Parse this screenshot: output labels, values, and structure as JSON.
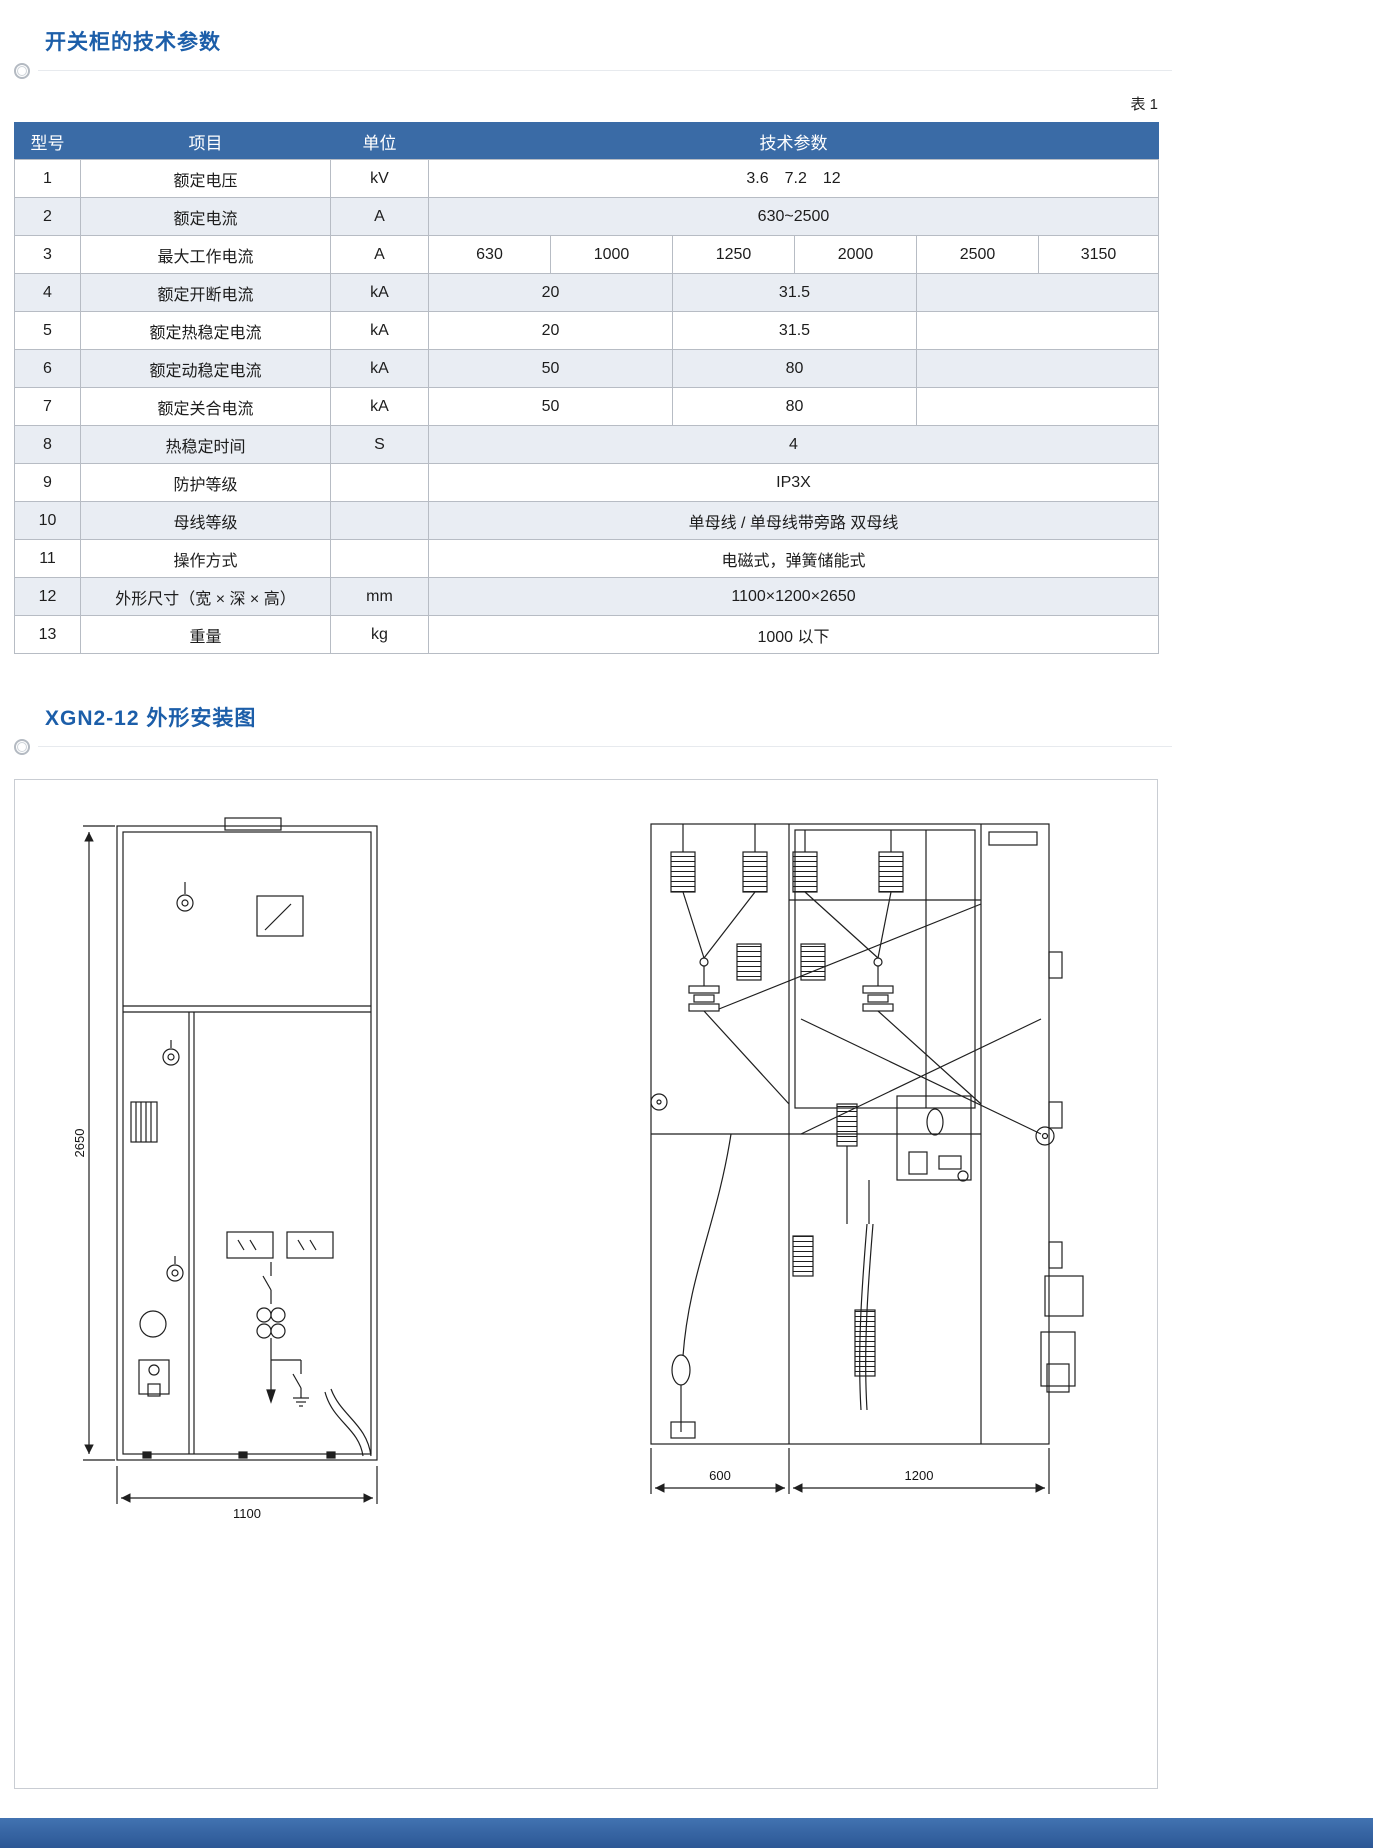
{
  "page": {
    "title1": "开关柜的技术参数",
    "table_label": "表 1",
    "title2": "XGN2-12 外形安装图"
  },
  "table": {
    "headers": [
      "型号",
      "项目",
      "单位",
      "技术参数"
    ],
    "rows": [
      {
        "no": "1",
        "item": "额定电压",
        "unit": "kV",
        "values": [
          "3.6  7.2  12"
        ]
      },
      {
        "no": "2",
        "item": "额定电流",
        "unit": "A",
        "values": [
          "630~2500"
        ]
      },
      {
        "no": "3",
        "item": "最大工作电流",
        "unit": "A",
        "values": [
          "630",
          "1000",
          "1250",
          "2000",
          "2500",
          "3150"
        ]
      },
      {
        "no": "4",
        "item": "额定开断电流",
        "unit": "kA",
        "values": [
          "20",
          "31.5",
          ""
        ]
      },
      {
        "no": "5",
        "item": "额定热稳定电流",
        "unit": "kA",
        "values": [
          "20",
          "31.5",
          ""
        ]
      },
      {
        "no": "6",
        "item": "额定动稳定电流",
        "unit": "kA",
        "values": [
          "50",
          "80",
          ""
        ]
      },
      {
        "no": "7",
        "item": "额定关合电流",
        "unit": "kA",
        "values": [
          "50",
          "80",
          ""
        ]
      },
      {
        "no": "8",
        "item": "热稳定时间",
        "unit": "S",
        "values": [
          "4"
        ]
      },
      {
        "no": "9",
        "item": "防护等级",
        "unit": "",
        "values": [
          "IP3X"
        ]
      },
      {
        "no": "10",
        "item": "母线等级",
        "unit": "",
        "values": [
          "单母线 / 单母线带旁路 双母线"
        ]
      },
      {
        "no": "11",
        "item": "操作方式",
        "unit": "",
        "values": [
          "电磁式，弹簧储能式"
        ]
      },
      {
        "no": "12",
        "item": "外形尺寸（宽 × 深 × 高）",
        "unit": "mm",
        "values": [
          "1100×1200×2650"
        ]
      },
      {
        "no": "13",
        "item": "重量",
        "unit": "kg",
        "values": [
          "1000 以下"
        ]
      }
    ]
  },
  "diagram": {
    "front_view": {
      "height_dim": "2650",
      "width_dim": "1100"
    },
    "side_view": {
      "dim_left": "600",
      "dim_right": "1200"
    }
  },
  "colors": {
    "header_blue": "#3a6ba6",
    "title_blue": "#1c5ea9",
    "footer_blue": "#2c5795",
    "row_alt": "#e9edf3"
  }
}
